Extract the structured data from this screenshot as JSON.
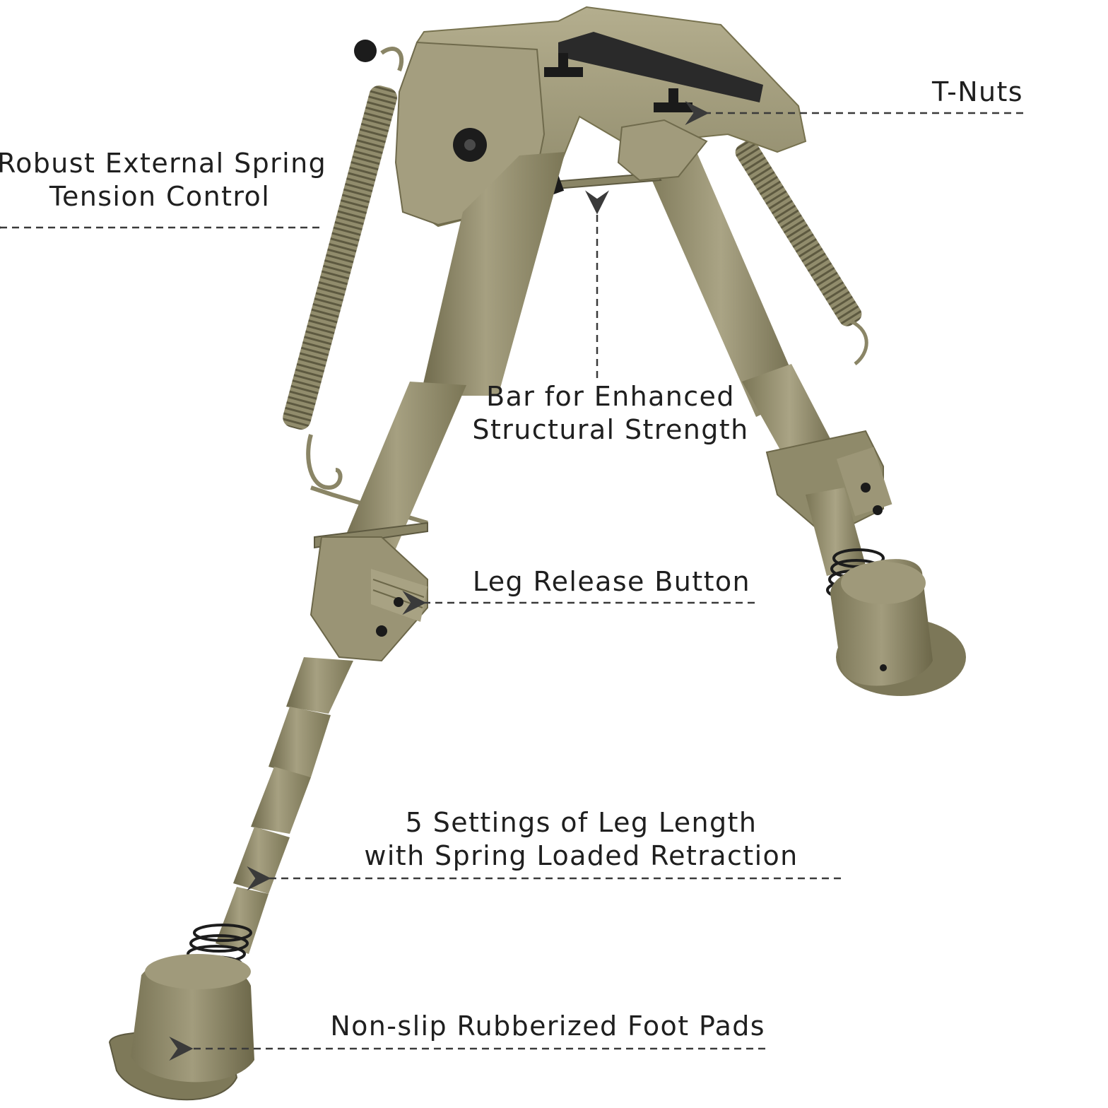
{
  "product": {
    "colors": {
      "body": "#8f8a6a",
      "body_dark": "#6f6a4c",
      "body_light": "#b1ab8b",
      "rail": "#2a2a2a",
      "spring": "#8a8566",
      "coil": "#1c1c1c",
      "callout_line": "#3a3a3a"
    }
  },
  "callouts": {
    "t_nuts": {
      "lines": [
        "T-Nuts"
      ]
    },
    "spring": {
      "lines": [
        "Robust External Spring",
        "Tension Control"
      ]
    },
    "bar": {
      "lines": [
        "Bar for Enhanced",
        "Structural Strength"
      ]
    },
    "release": {
      "lines": [
        "Leg Release Button"
      ]
    },
    "settings": {
      "lines": [
        "5 Settings of Leg Length",
        "with Spring Loaded Retraction"
      ]
    },
    "pads": {
      "lines": [
        "Non-slip Rubberized Foot Pads"
      ]
    }
  }
}
